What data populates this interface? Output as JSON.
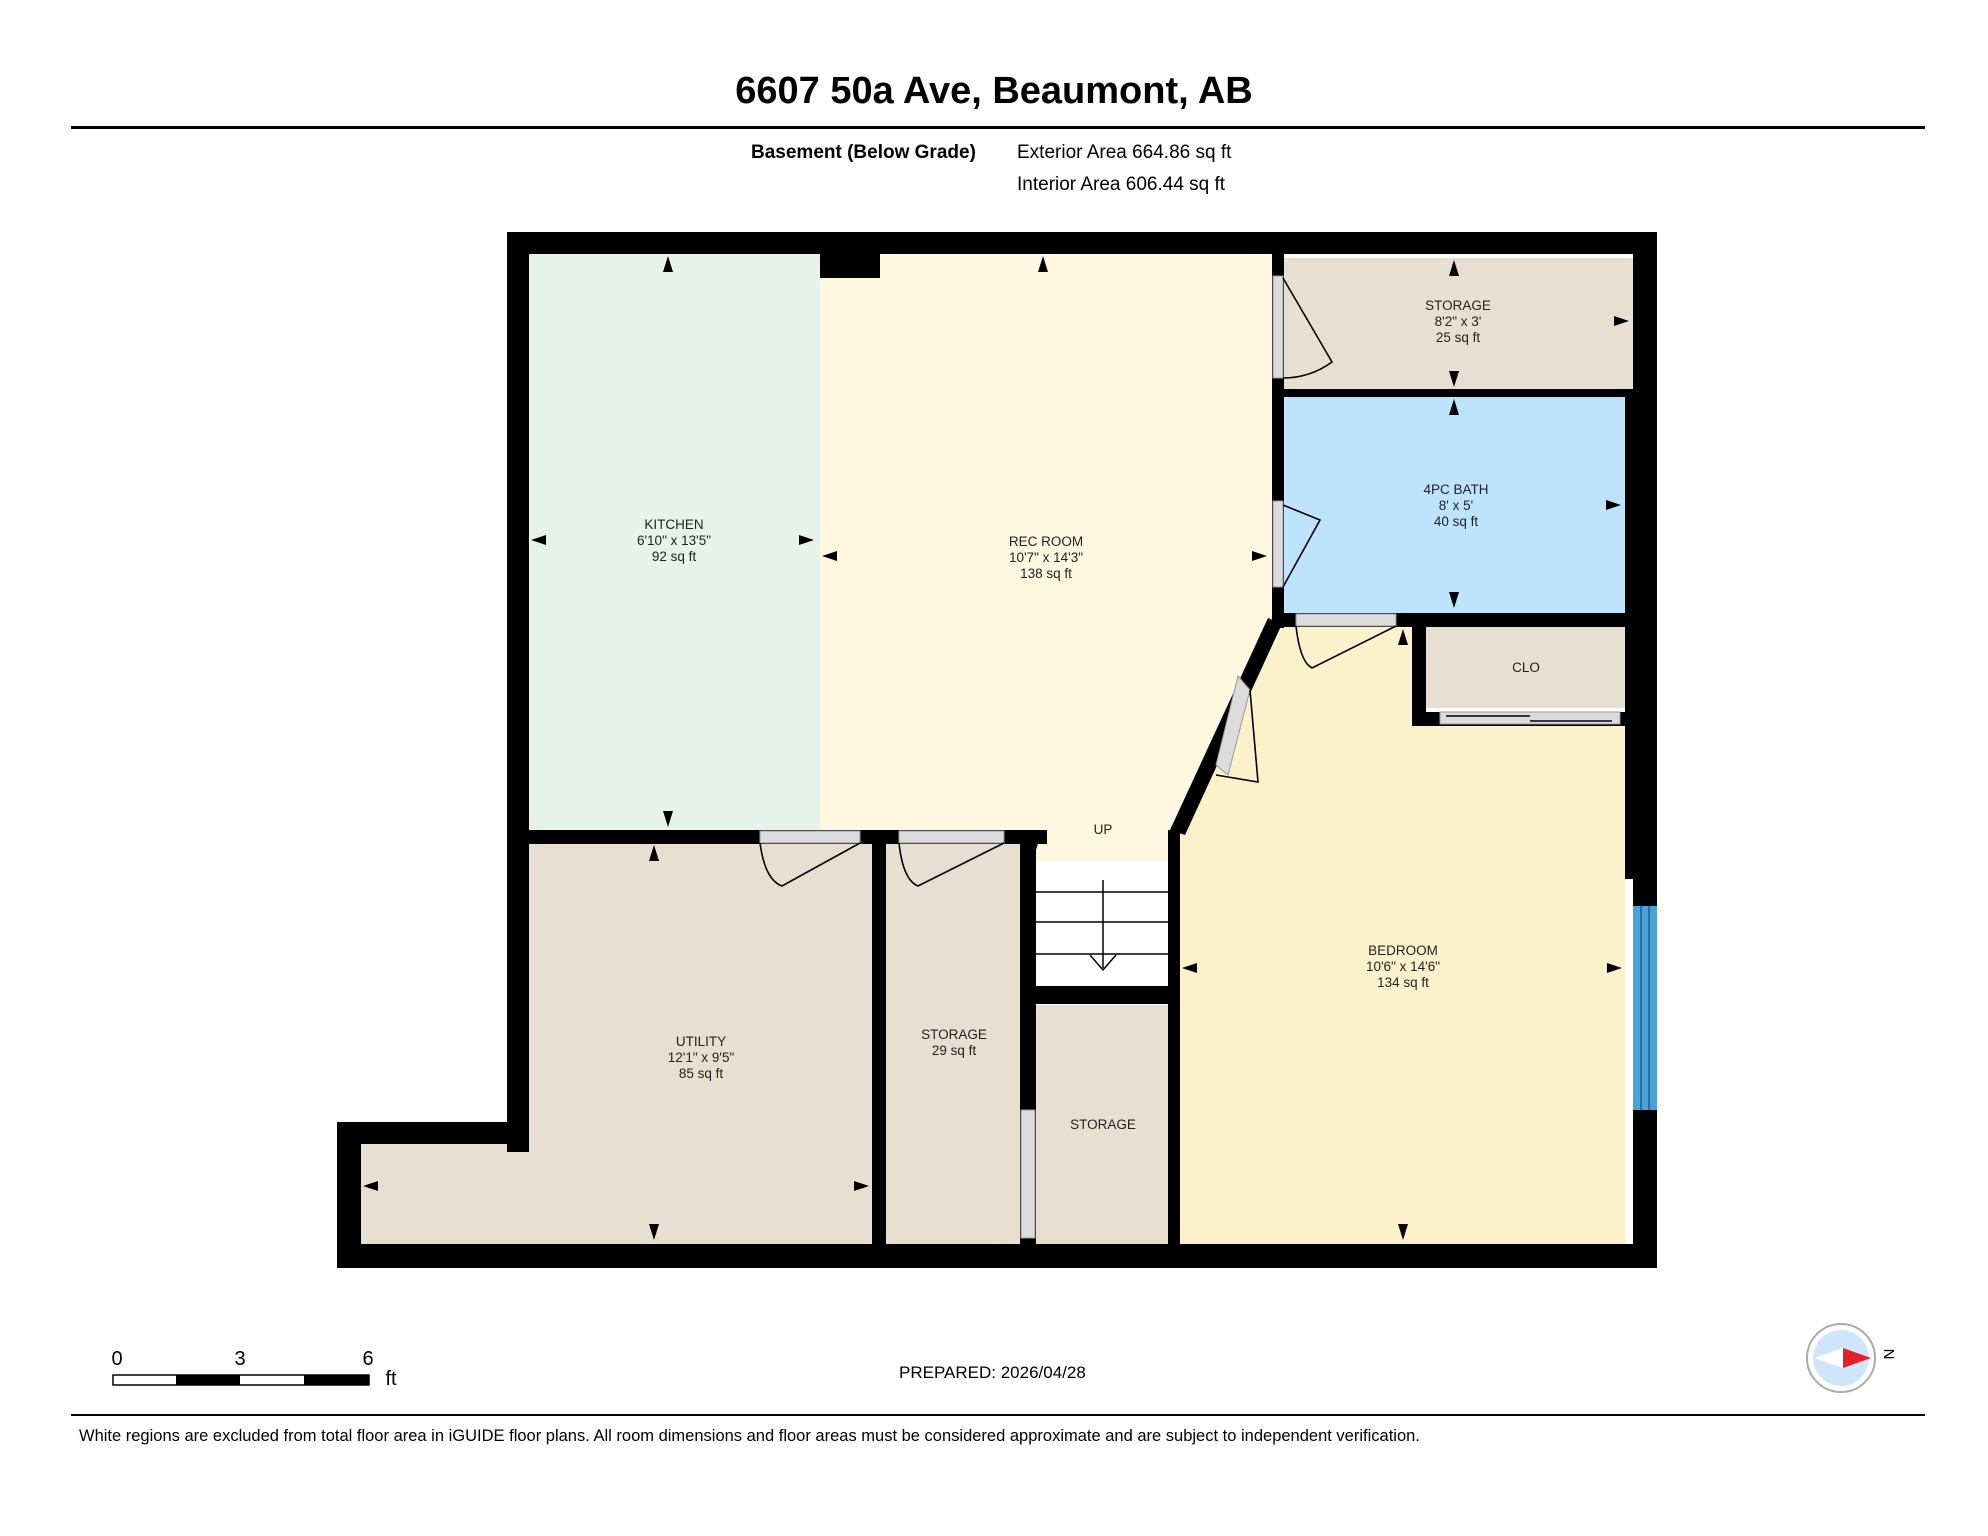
{
  "header": {
    "address": "6607 50a Ave, Beaumont, AB",
    "level_name": "Basement (Below Grade)",
    "exterior_area": "Exterior Area 664.86 sq ft",
    "interior_area": "Interior Area 606.44 sq ft"
  },
  "rooms": {
    "kitchen": {
      "name": "KITCHEN",
      "dims": "6'10\" x 13'5\"",
      "area": "92 sq ft"
    },
    "rec_room": {
      "name": "REC ROOM",
      "dims": "10'7\" x 14'3\"",
      "area": "138 sq ft"
    },
    "storage_top": {
      "name": "STORAGE",
      "dims": "8'2\" x 3'",
      "area": "25 sq ft"
    },
    "bath": {
      "name": "4PC BATH",
      "dims": "8' x 5'",
      "area": "40 sq ft"
    },
    "closet": {
      "name": "CLO"
    },
    "bedroom": {
      "name": "BEDROOM",
      "dims": "10'6\" x 14'6\"",
      "area": "134 sq ft"
    },
    "utility": {
      "name": "UTILITY",
      "dims": "12'1\" x 9'5\"",
      "area": "85 sq ft"
    },
    "storage_mid": {
      "name": "STORAGE",
      "area": "29 sq ft"
    },
    "storage_small": {
      "name": "STORAGE"
    },
    "stairs": {
      "label": "UP"
    }
  },
  "colors": {
    "kitchen": "#e5f3ec",
    "rec_room": "#fef8e1",
    "storage": "#e7dfd0",
    "bath": "#bde3fd",
    "bedroom": "#fdf1cc",
    "wall": "#000000",
    "window": "#4aa3dd",
    "door": "#dddddd"
  },
  "scale": {
    "ticks": [
      "0",
      "3",
      "6"
    ],
    "unit": "ft"
  },
  "compass": {
    "label": "N"
  },
  "prepared": "PREPARED: 2026/04/28",
  "footer": "White regions are excluded from total floor area in iGUIDE floor plans. All room dimensions and floor areas must be considered approximate and are subject to independent verification."
}
